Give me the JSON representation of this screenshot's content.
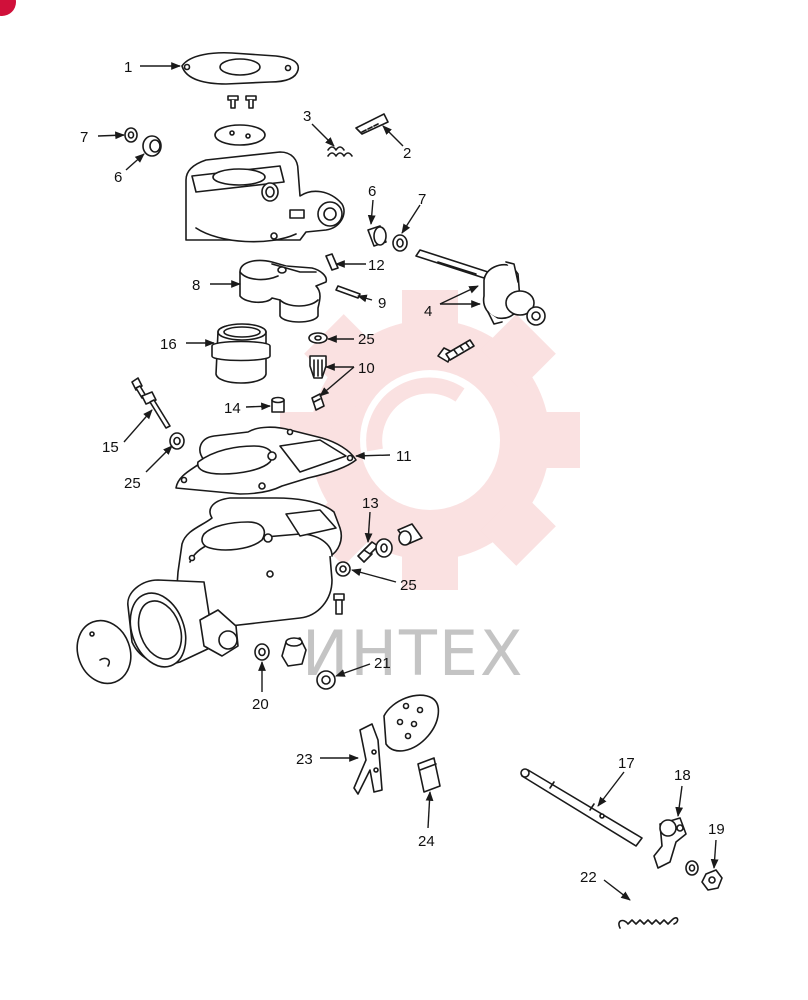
{
  "watermark": {
    "text": "ИНТЕХ",
    "gear_color": "#f7c9c9",
    "text_color": "#c4c4c4"
  },
  "colors": {
    "line": "#1a1a1a",
    "background": "#ffffff",
    "corner_mark": "#d0103a"
  },
  "callouts": [
    {
      "id": "c1",
      "text": "1"
    },
    {
      "id": "c2",
      "text": "2"
    },
    {
      "id": "c3",
      "text": "3"
    },
    {
      "id": "c4",
      "text": "4"
    },
    {
      "id": "c6a",
      "text": "6"
    },
    {
      "id": "c6b",
      "text": "6"
    },
    {
      "id": "c7a",
      "text": "7"
    },
    {
      "id": "c7b",
      "text": "7"
    },
    {
      "id": "c8",
      "text": "8"
    },
    {
      "id": "c9",
      "text": "9"
    },
    {
      "id": "c10",
      "text": "10"
    },
    {
      "id": "c11",
      "text": "11"
    },
    {
      "id": "c12",
      "text": "12"
    },
    {
      "id": "c13",
      "text": "13"
    },
    {
      "id": "c14",
      "text": "14"
    },
    {
      "id": "c15",
      "text": "15"
    },
    {
      "id": "c16",
      "text": "16"
    },
    {
      "id": "c17",
      "text": "17"
    },
    {
      "id": "c18",
      "text": "18"
    },
    {
      "id": "c19",
      "text": "19"
    },
    {
      "id": "c20",
      "text": "20"
    },
    {
      "id": "c21",
      "text": "21"
    },
    {
      "id": "c22",
      "text": "22"
    },
    {
      "id": "c23",
      "text": "23"
    },
    {
      "id": "c24",
      "text": "24"
    },
    {
      "id": "c25a",
      "text": "25"
    },
    {
      "id": "c25b",
      "text": "25"
    },
    {
      "id": "c25c",
      "text": "25"
    }
  ]
}
